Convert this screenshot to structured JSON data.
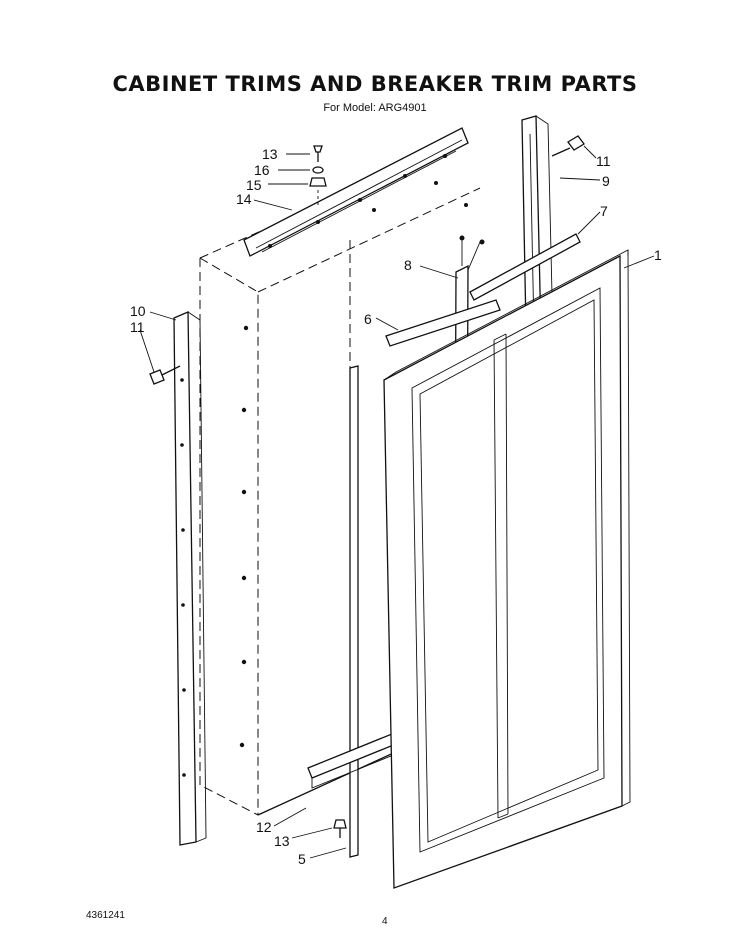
{
  "header": {
    "title": "CABINET TRIMS AND BREAKER TRIM PARTS",
    "subtitle": "For Model: ARG4901"
  },
  "callouts": {
    "c13_top": "13",
    "c16": "16",
    "c15": "15",
    "c14": "14",
    "c11_right": "11",
    "c9": "9",
    "c7": "7",
    "c1": "1",
    "c8": "8",
    "c6": "6",
    "c10": "10",
    "c11_left": "11",
    "c12": "12",
    "c13_bottom": "13",
    "c5": "5"
  },
  "footer": {
    "code": "4361241",
    "page": "4"
  }
}
